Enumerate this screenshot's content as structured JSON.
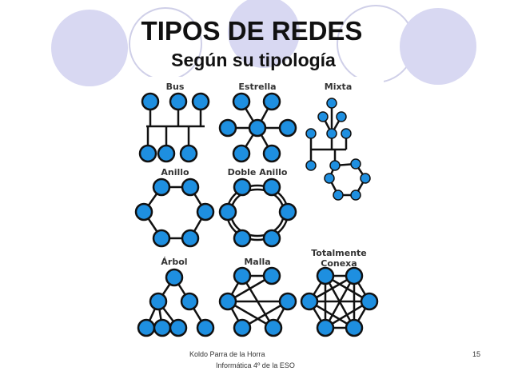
{
  "title": "TIPOS DE REDES",
  "subtitle": "Según su tipología",
  "figure": {
    "labels": {
      "bus": "Bus",
      "estrella": "Estrella",
      "mixta": "Mixta",
      "anillo": "Anillo",
      "doble_anillo": "Doble Anillo",
      "arbol": "Árbol",
      "malla": "Malla",
      "totalmente1": "Totalmente",
      "totalmente2": "Conexa"
    },
    "node_color": "#1e8fe0"
  },
  "footer": {
    "author": "Koldo Parra de la Horra",
    "course": "Informática 4º de la ESO",
    "page": "15"
  }
}
